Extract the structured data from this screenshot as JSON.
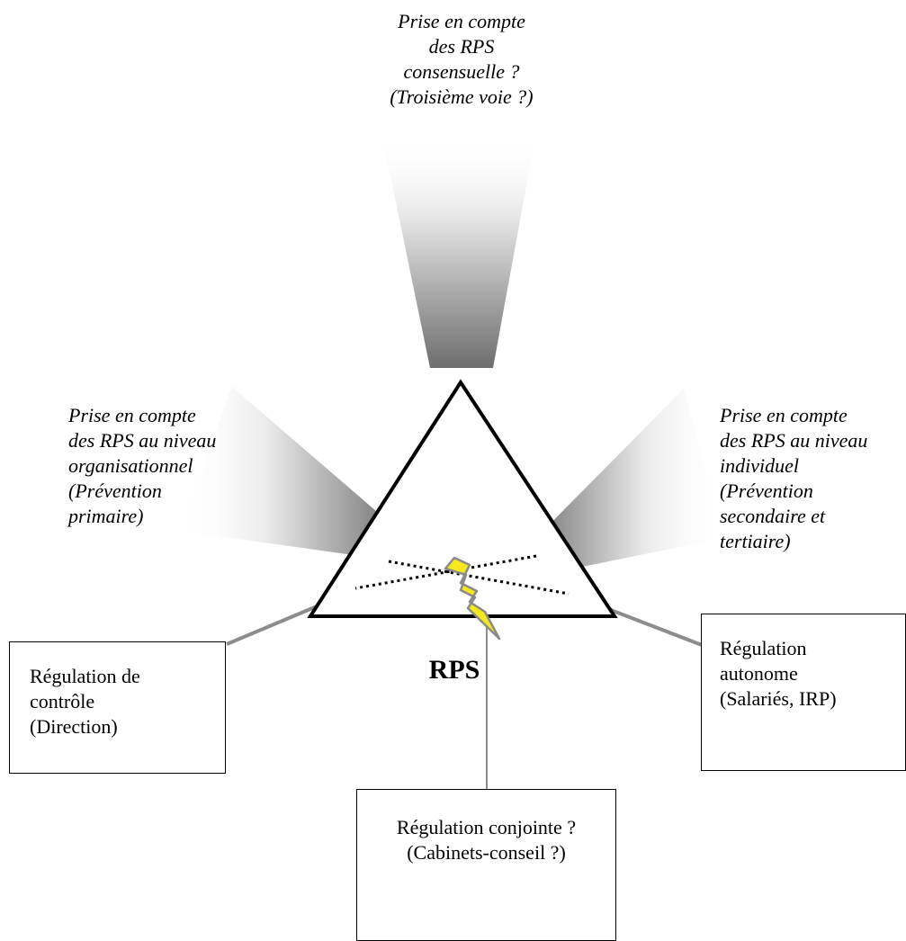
{
  "captions": {
    "top": "Prise en compte\ndes RPS\nconsensuelle ?\n(Troisième voie ?)",
    "left": "Prise en compte\ndes RPS au niveau\norganisationnel\n(Prévention\nprimaire)",
    "right": "Prise en compte\ndes RPS au niveau\nindividuel\n(Prévention\nsecondaire et\ntertiaire)"
  },
  "boxes": {
    "control": "Régulation de\ncontrôle\n(Direction)",
    "autonome": "Régulation\nautonome\n(Salariés, IRP)",
    "conjointe": "Régulation conjointe ?\n(Cabinets-conseil ?)"
  },
  "center_label": "RPS",
  "colors": {
    "lightning_fill": "#f5e81c",
    "lightning_stroke": "#8a8a8a",
    "beam_dark": "#6e6e6e",
    "connector_gray": "#8c8c8c"
  },
  "icons": {
    "center": "lightning-bolt-icon"
  }
}
